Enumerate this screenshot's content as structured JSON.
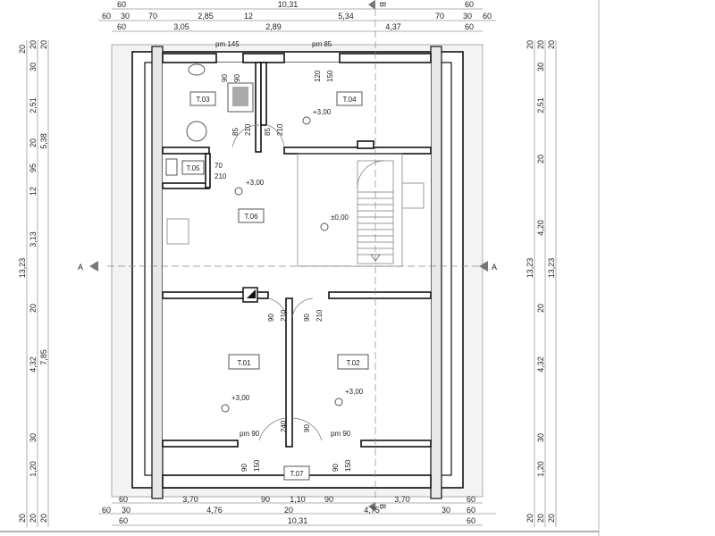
{
  "plan": {
    "top_dims": {
      "row1": [
        "60",
        "10,31",
        "60"
      ],
      "row2": [
        "60",
        "30",
        "70",
        "2,85",
        "12",
        "5,34",
        "70",
        "30",
        "60"
      ],
      "row3": [
        "60",
        "3,05",
        "2,89",
        "4,37",
        "60"
      ]
    },
    "bottom_dims": {
      "row1": [
        "60",
        "3,70",
        "90",
        "1,10",
        "90",
        "3,70",
        "60"
      ],
      "row2": [
        "60",
        "30",
        "4,76",
        "20",
        "4,75",
        "30",
        "60"
      ],
      "row3": [
        "60",
        "10,31",
        "60"
      ]
    },
    "left_dims": {
      "col1": [
        "20",
        "13,23",
        "20"
      ],
      "col2": [
        "20",
        "30",
        "2,51",
        "20",
        "95",
        "12",
        "3,13",
        "20",
        "4,32",
        "30",
        "1,20",
        "20"
      ],
      "col3": [
        "20",
        "5,38",
        "7,85",
        "20"
      ]
    },
    "right_dims": {
      "col1": [
        "20",
        "13,23",
        "20"
      ],
      "col2": [
        "20",
        "30",
        "2,51",
        "20",
        "4,20",
        "20",
        "4,32",
        "30",
        "1,20",
        "20"
      ],
      "col3": [
        "20",
        "13,23",
        "20"
      ]
    },
    "section_markers": {
      "left": "A",
      "right": "A",
      "top": "B",
      "bottom": "B"
    },
    "rooms": [
      {
        "id": "T.01",
        "level": "+3,00"
      },
      {
        "id": "T.02",
        "level": "+3,00"
      },
      {
        "id": "T.03"
      },
      {
        "id": "T.04",
        "level": "+3,00"
      },
      {
        "id": "T.05"
      },
      {
        "id": "T.06",
        "level": "+3,00"
      },
      {
        "id": "T.07"
      }
    ],
    "stair_level": "±0,00",
    "annotations": {
      "pm145": "pm 145",
      "pm85": "pm 85",
      "pm90a": "pm 90",
      "pm90b": "pm 90",
      "d90": "90",
      "d120": "120",
      "d150": "150",
      "d85": "85",
      "d210": "210",
      "d70": "70",
      "d240": "240"
    }
  }
}
